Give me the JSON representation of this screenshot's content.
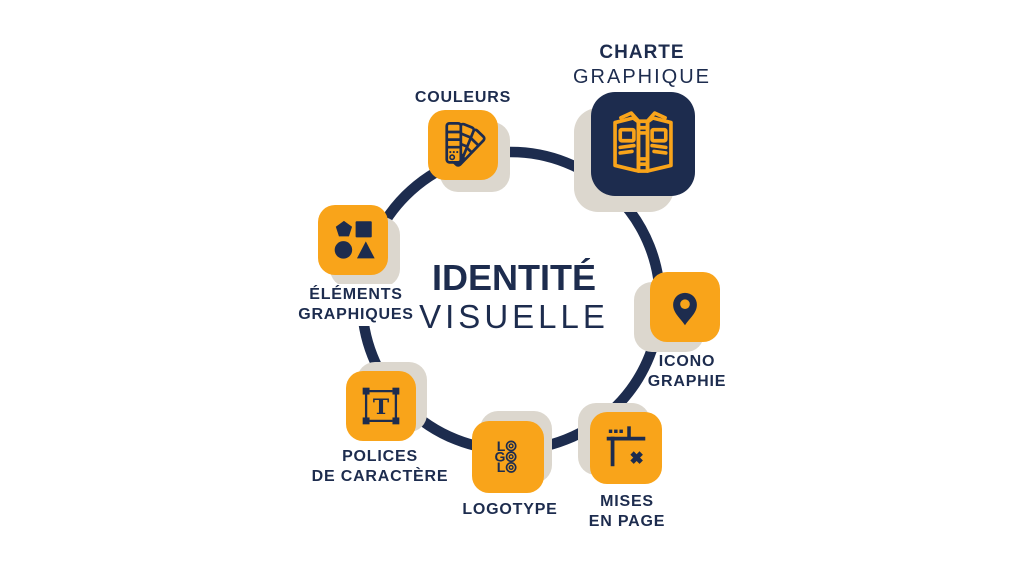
{
  "diagram": {
    "center": {
      "title": "IDENTITÉ",
      "subtitle": "VISUELLE"
    },
    "nodes": [
      {
        "id": "couleurs",
        "label": "COULEURS",
        "icon": "color-swatch-fan-icon"
      },
      {
        "id": "charte-graphique",
        "title": "CHARTE",
        "subtitle": "GRAPHIQUE",
        "icon": "open-book-icon"
      },
      {
        "id": "elements-graphiques",
        "line1": "ÉLÉMENTS",
        "line2": "GRAPHIQUES",
        "icon": "basic-shapes-icon"
      },
      {
        "id": "polices-de-caractere",
        "line1": "POLICES",
        "line2": "DE CARACTÈRE",
        "icon": "serif-letter-frame-icon",
        "glyph": "T"
      },
      {
        "id": "logotype",
        "label": "LOGOTYPE",
        "icon": "logo-letter-stack-icon",
        "letters": [
          "L",
          "G",
          "L"
        ]
      },
      {
        "id": "mises-en-page",
        "line1": "MISES",
        "line2": "EN PAGE",
        "icon": "layout-ruler-icon"
      },
      {
        "id": "iconographie",
        "line1": "ICONO",
        "line2": "GRAPHIE",
        "icon": "map-pin-icon"
      }
    ],
    "colors": {
      "accent_orange": "#F9A41A",
      "navy": "#1D2C4E",
      "tile_shadow_beige": "#DCD7CE",
      "background": "#FFFFFF"
    }
  }
}
